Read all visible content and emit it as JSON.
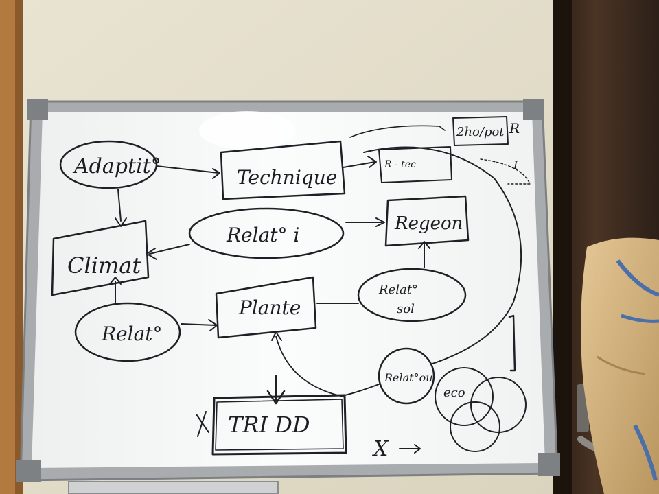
{
  "photo": {
    "subject": "whiteboard-sketch",
    "colors": {
      "wall": "#e6e1cf",
      "door": "#3a2a1f",
      "board": "#f7f8f8",
      "frame": "#a9acae",
      "ink": "#1f1f26",
      "jacket": "#d8b98a",
      "jacket_stripe": "#4b6fa8"
    }
  },
  "whiteboard": {
    "nodes": {
      "adaptation": "Adaptit°",
      "technique": "Technique",
      "region": "Regeon",
      "relation_top": "Relat° i",
      "climat": "Climat",
      "plante": "Plante",
      "relation_left": "Relat°",
      "relation_sol_top": "Relat°",
      "relation_sol_bottom": "sol",
      "relation_right": "Relat°ou",
      "tri": "TRI DD",
      "top_right_note": "2ho/pot",
      "top_right_letter": "R",
      "small_box_text": "R - tec",
      "eco": "eco",
      "mark_i": "I",
      "mark_x": "X"
    }
  }
}
